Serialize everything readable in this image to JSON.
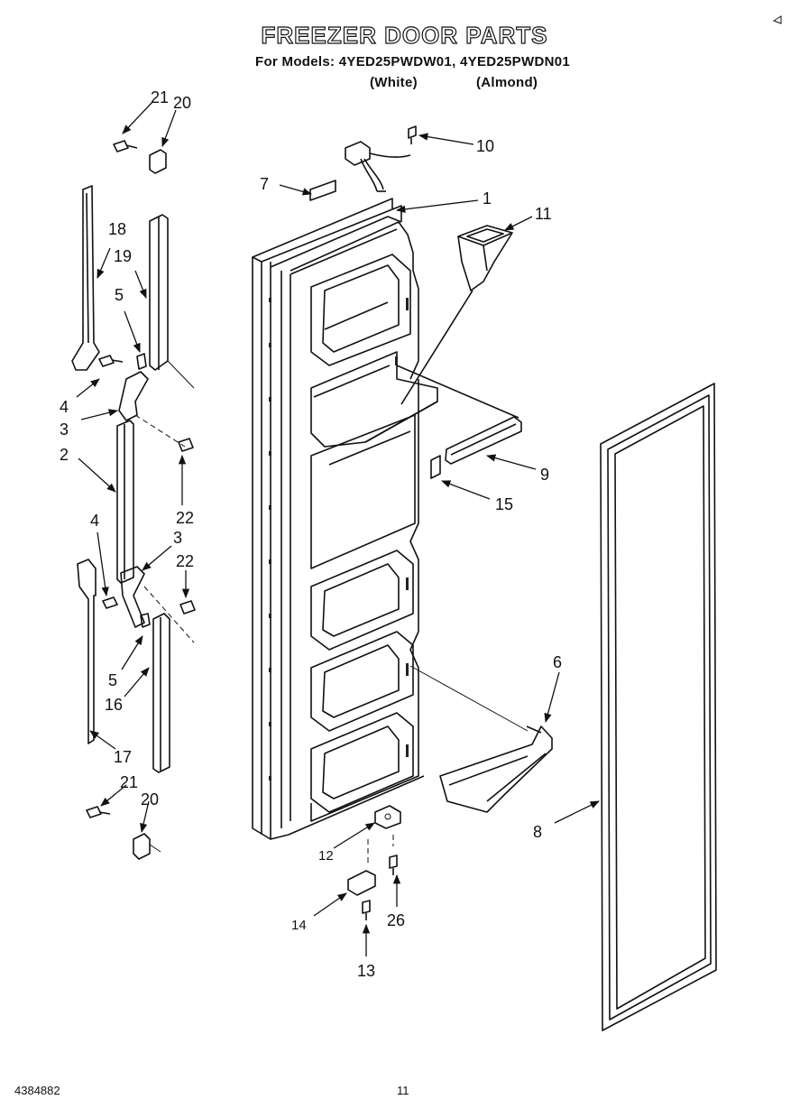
{
  "header": {
    "title": "FREEZER DOOR PARTS",
    "models_line": "For Models: 4YED25PWDW01, 4YED25PWDN01",
    "variant_white": "(White)",
    "variant_almond": "(Almond)"
  },
  "footer": {
    "doc_number": "4384882",
    "page_number": "11"
  },
  "callouts": {
    "c1": "1",
    "c2": "2",
    "c3a": "3",
    "c3b": "3",
    "c4a": "4",
    "c4b": "4",
    "c5a": "5",
    "c5b": "5",
    "c6": "6",
    "c7": "7",
    "c8": "8",
    "c9": "9",
    "c10": "10",
    "c11": "11",
    "c12": "12",
    "c13": "13",
    "c14": "14",
    "c15": "15",
    "c16": "16",
    "c17": "17",
    "c18": "18",
    "c19": "19",
    "c20a": "20",
    "c20b": "20",
    "c21a": "21",
    "c21b": "21",
    "c22a": "22",
    "c22b": "22",
    "c26": "26"
  }
}
